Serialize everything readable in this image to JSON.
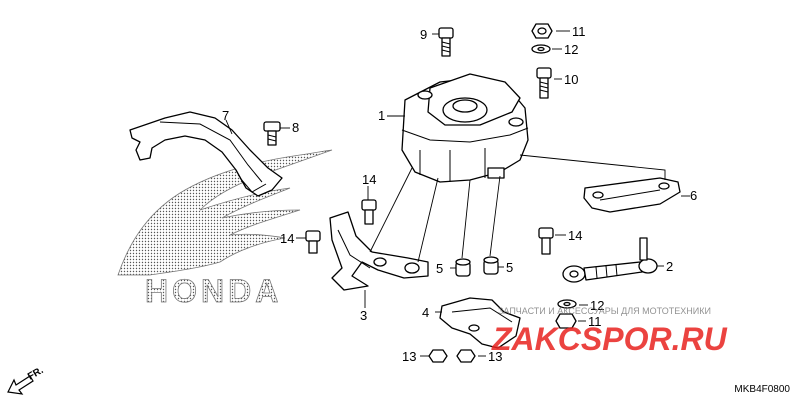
{
  "diagram": {
    "code": "MKB4F0800",
    "direction_label": "FR.",
    "logo_text": "HONDA",
    "watermark_caption": "ЗАПЧАСТИ И АКСЕССУАРЫ ДЛЯ МОТОТЕХНИКИ",
    "watermark_brand": "ZAKCSPOR.RU",
    "watermark_color": "#e8231f"
  },
  "callouts": [
    "1",
    "2",
    "3",
    "4",
    "5",
    "5",
    "6",
    "7",
    "8",
    "9",
    "10",
    "11",
    "11",
    "12",
    "12",
    "13",
    "13",
    "14",
    "14",
    "14"
  ]
}
